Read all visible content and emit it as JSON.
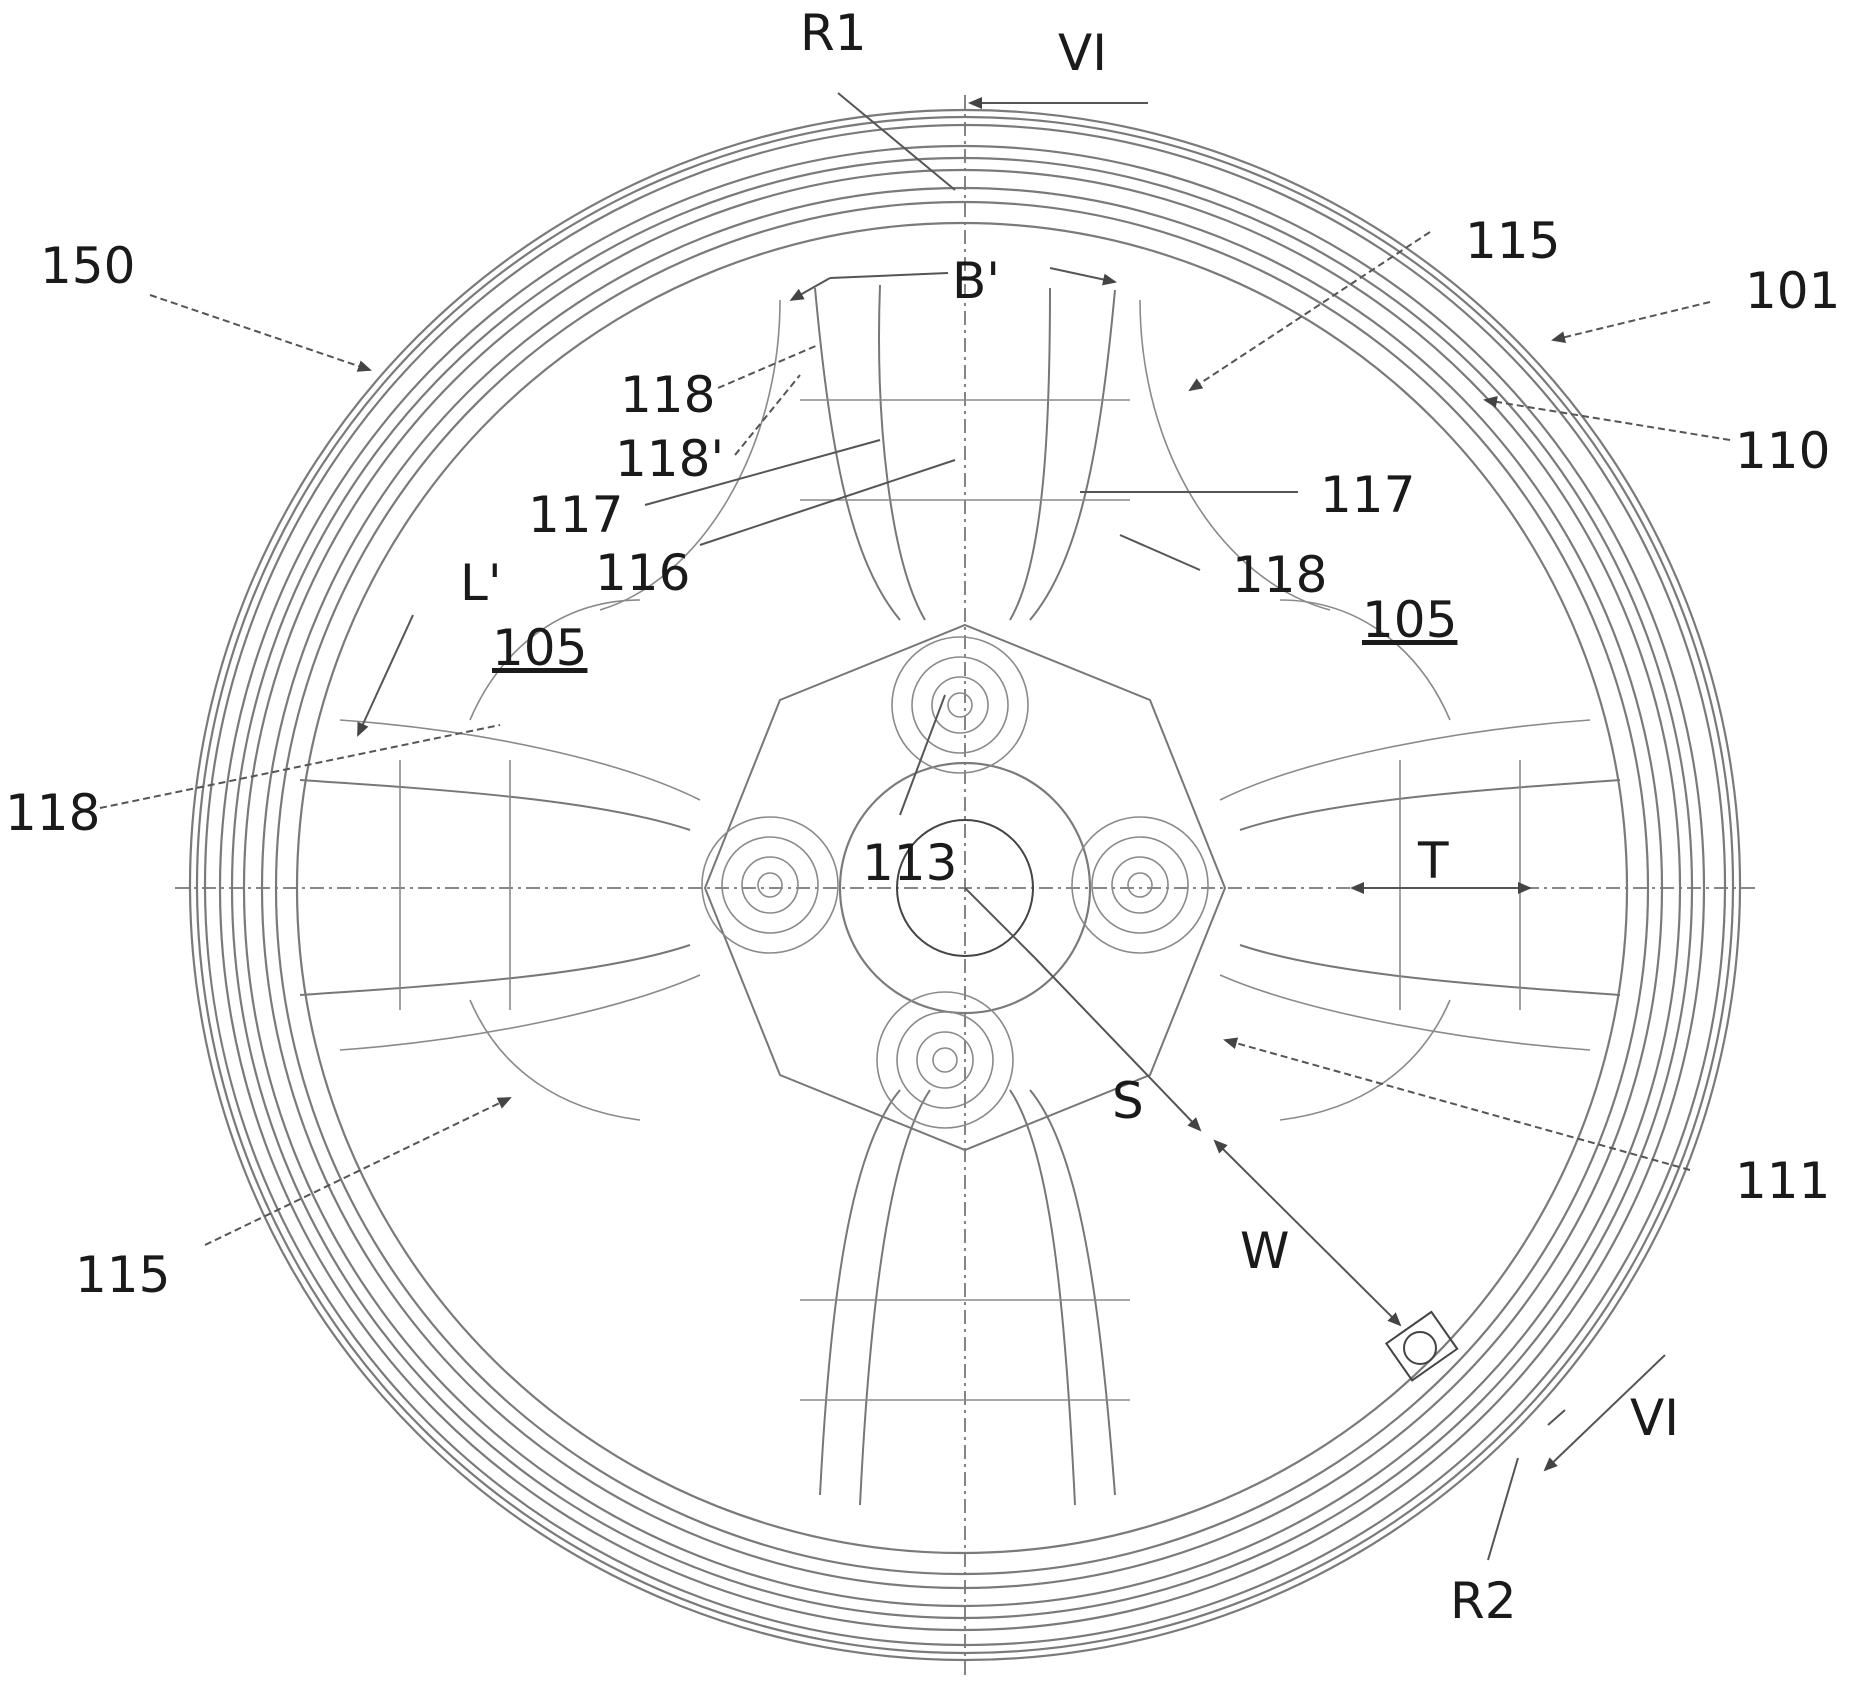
{
  "labels": {
    "r1": "R1",
    "vi_top": "VI",
    "l150": "150",
    "l115_top": "115",
    "l101": "101",
    "l110": "110",
    "b_prime": "B'",
    "l118_a": "118",
    "l118_prime": "118'",
    "l117_left": "117",
    "l116": "116",
    "l117_right": "117",
    "l118_right": "118",
    "l_prime": "L'",
    "l105_left": "105",
    "l105_right": "105",
    "l118_left": "118",
    "l113": "113",
    "t": "T",
    "s": "S",
    "l111": "111",
    "l115_bottom": "115",
    "w": "W",
    "vi_bottom": "VI",
    "r2": "R2"
  }
}
